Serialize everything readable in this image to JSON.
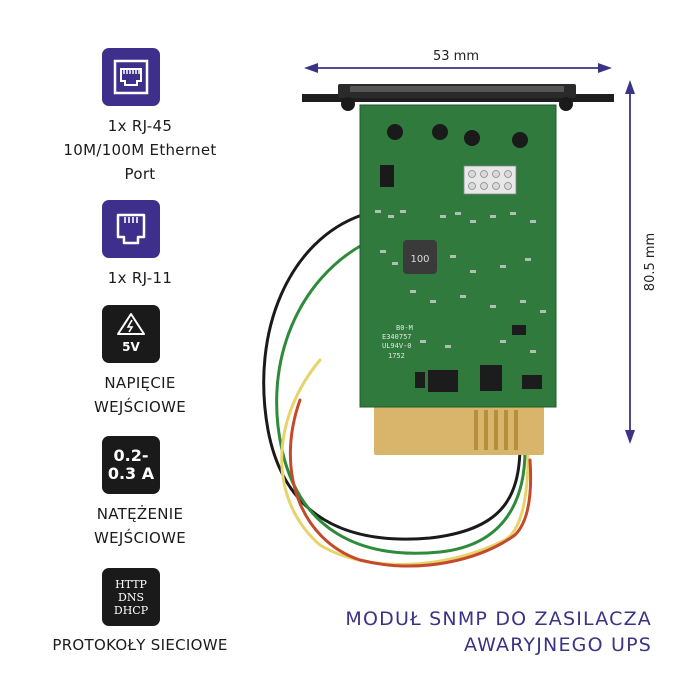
{
  "features": [
    {
      "icon": "ethernet-port-icon",
      "lines": [
        "1x RJ-45",
        "10M/100M Ethernet",
        "Port"
      ]
    },
    {
      "icon": "phone-port-icon",
      "lines": [
        "1x RJ-11"
      ]
    },
    {
      "icon": "high-voltage-icon",
      "badge": "5V",
      "lines": [
        "NAPIĘCIE",
        "WEJŚCIOWE"
      ]
    },
    {
      "icon": "current-value-icon",
      "badge": [
        "0.2-",
        "0.3 A"
      ],
      "lines": [
        "NATĘŻENIE",
        "WEJŚCIOWE"
      ]
    },
    {
      "icon": "protocols-icon",
      "badge": [
        "HTTP",
        "DNS",
        "DHCP"
      ],
      "lines": [
        "PROTOKOŁY SIECIOWE"
      ]
    }
  ],
  "dimensions": {
    "width": "53 mm",
    "height": "80.5 mm"
  },
  "board_markings": {
    "inductor": "100",
    "text1": "B0-M",
    "text2": "E340757",
    "text3": "UL94V-0",
    "text4": "1752"
  },
  "title": [
    "MODUŁ SNMP DO ZASILACZA",
    "AWARYJNEGO UPS"
  ],
  "colors": {
    "accent": "#3f2f8c",
    "dark": "#1a1a1a",
    "pcb": "#2f7a3c",
    "gold": "#d8b56a",
    "dimension_line": "#3a3386"
  }
}
